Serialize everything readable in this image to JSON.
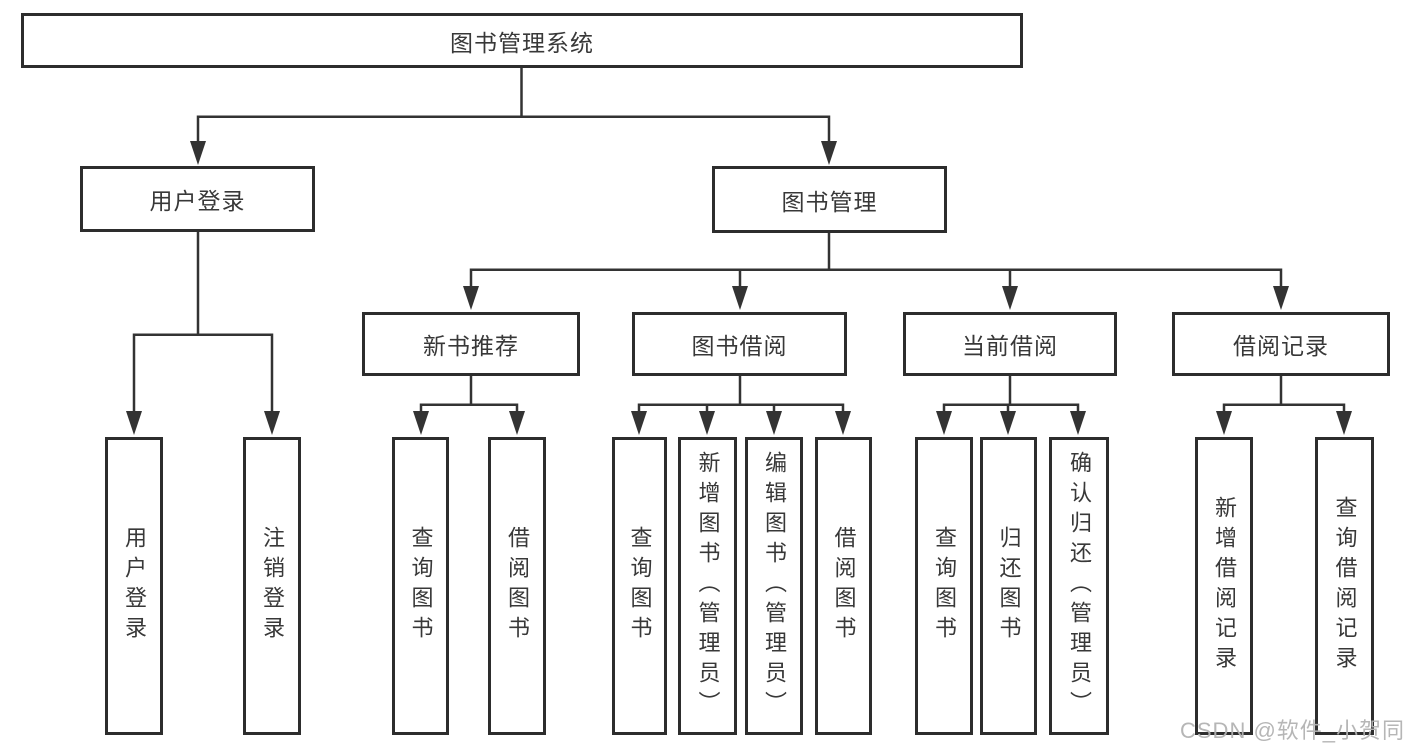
{
  "diagram_title": "图书管理系统",
  "nodes": {
    "root": "图书管理系统",
    "level2": [
      "用户登录",
      "图书管理"
    ],
    "level3": [
      "新书推荐",
      "图书借阅",
      "当前借阅",
      "借阅记录"
    ],
    "leaves": [
      [
        "用户登录",
        "注销登录"
      ],
      [
        "查询图书",
        "借阅图书"
      ],
      [
        "查询图书",
        "新增图书（管理员）",
        "编辑图书（管理员）",
        "借阅图书"
      ],
      [
        "查询图书",
        "归还图书",
        "确认归还（管理员）"
      ],
      [
        "新增借阅记录",
        "查询借阅记录"
      ]
    ]
  },
  "hierarchy": {
    "图书管理系统": {
      "用户登录": [
        "用户登录",
        "注销登录"
      ],
      "图书管理": {
        "新书推荐": [
          "查询图书",
          "借阅图书"
        ],
        "图书借阅": [
          "查询图书",
          "新增图书（管理员）",
          "编辑图书（管理员）",
          "借阅图书"
        ],
        "当前借阅": [
          "查询图书",
          "归还图书",
          "确认归还（管理员）"
        ],
        "借阅记录": [
          "新增借阅记录",
          "查询借阅记录"
        ]
      }
    }
  },
  "watermark": "CSDN @软件_小贺同学",
  "colors": {
    "background": "#ffffff",
    "box_border": "#2d2d2d",
    "line": "#333333",
    "text": "#383838",
    "watermark": "#b2b2b2"
  }
}
